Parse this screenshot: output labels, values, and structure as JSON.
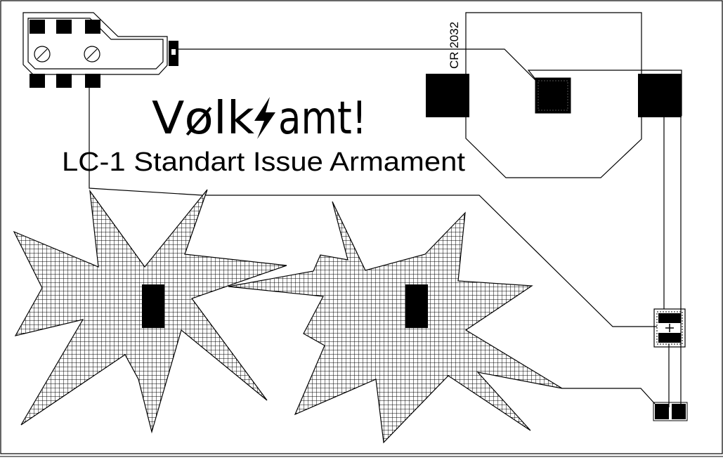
{
  "board": {
    "logo_left": "Vølk",
    "logo_right": "amt!",
    "subtitle": "LC-1 Standart Issue Armament",
    "battery_label": "CR 2032"
  },
  "colors": {
    "ink": "#000000",
    "background": "#ffffff"
  },
  "icons": {
    "logo_bolt": "lightning-bolt-icon",
    "mount_hole": "mounting-hole-icon",
    "polarity": "plus-icon"
  }
}
